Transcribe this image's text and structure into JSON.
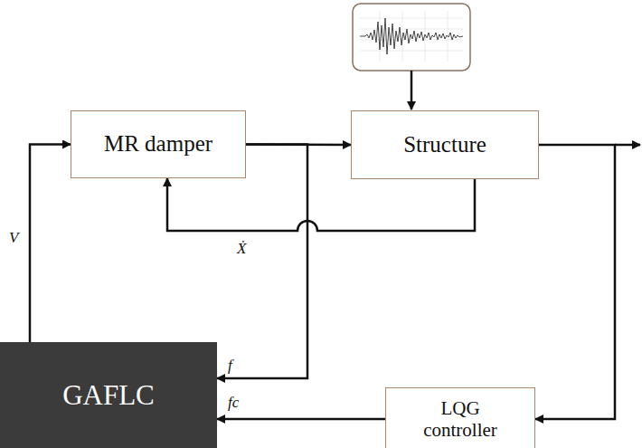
{
  "diagram": {
    "nodes": [
      {
        "text": [
          "MR damper"
        ]
      },
      {
        "text": [
          "Structure"
        ]
      },
      {
        "text": [
          "GAFLC"
        ]
      },
      {
        "text": [
          "LQG controller"
        ]
      }
    ],
    "edges": [
      {
        "from": 2,
        "to": 0,
        "arrow": "to",
        "label": "V"
      },
      {
        "from": 0,
        "to": 1,
        "arrow": "to"
      },
      {
        "from": 1,
        "to": 0,
        "arrow": "to",
        "label": "Ẋ"
      },
      {
        "from": 0,
        "to": 2,
        "arrow": "to",
        "label": "f"
      },
      {
        "from": 1,
        "to": 3,
        "arrow": "to"
      },
      {
        "from": 3,
        "to": 2,
        "arrow": "to",
        "label": "fc"
      }
    ]
  }
}
